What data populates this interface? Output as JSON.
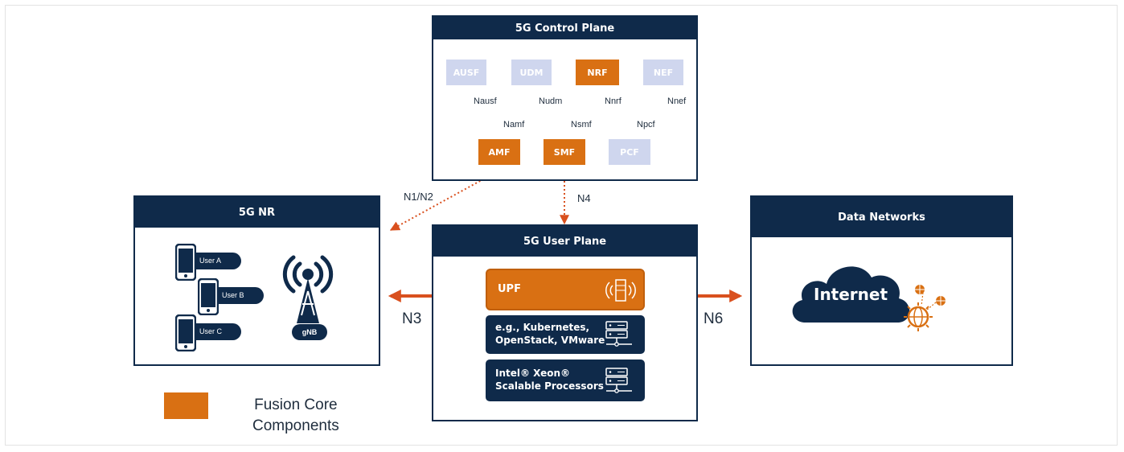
{
  "colors": {
    "navy": "#0f2a4a",
    "orange": "#d97013",
    "light_nf": "#cfd6ee",
    "arrow": "#d9501e"
  },
  "control_plane": {
    "title": "5G Control Plane",
    "top_functions": [
      {
        "name": "AUSF",
        "interface": "Nausf",
        "core": false
      },
      {
        "name": "UDM",
        "interface": "Nudm",
        "core": false
      },
      {
        "name": "NRF",
        "interface": "Nnrf",
        "core": true
      },
      {
        "name": "NEF",
        "interface": "Nnef",
        "core": false
      }
    ],
    "bottom_functions": [
      {
        "name": "AMF",
        "interface": "Namf",
        "core": true
      },
      {
        "name": "SMF",
        "interface": "Nsmf",
        "core": true
      },
      {
        "name": "PCF",
        "interface": "Npcf",
        "core": false
      }
    ]
  },
  "nr": {
    "title": "5G NR",
    "users": [
      "User A",
      "User B",
      "User C"
    ],
    "gnb_label": "gNB"
  },
  "user_plane": {
    "title": "5G User Plane",
    "upf_label": "UPF",
    "platform_line1": "e.g., Kubernetes,",
    "platform_line2": "OpenStack, VMware",
    "hardware_line1": "Intel® Xeon®",
    "hardware_line2": "Scalable Processors"
  },
  "data_networks": {
    "title": "Data Networks",
    "internet_label": "Internet"
  },
  "interfaces": {
    "n1n2": "N1/N2",
    "n4": "N4",
    "n3": "N3",
    "n6": "N6"
  },
  "legend": {
    "label_line1": "Fusion Core",
    "label_line2": "Components"
  }
}
